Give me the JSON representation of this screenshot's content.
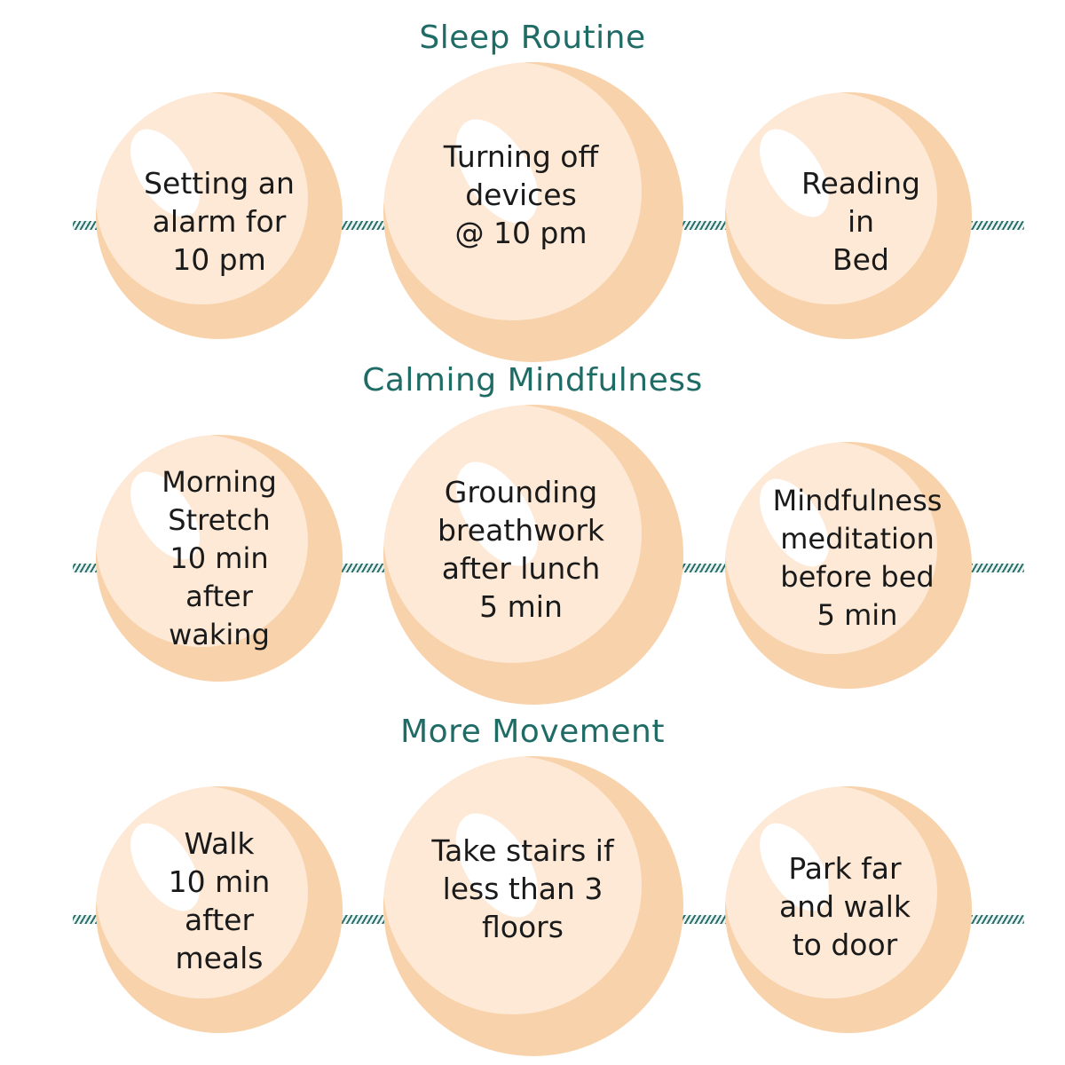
{
  "sections": [
    {
      "title": "Sleep Routine",
      "pearls": [
        "Setting an\nalarm for\n10 pm",
        "Turning off\ndevices\n@ 10 pm",
        "Reading\nin\nBed"
      ]
    },
    {
      "title": "Calming Mindfulness",
      "pearls": [
        "Morning\nStretch\n10 min\nafter\nwaking",
        "Grounding\nbreathwork\nafter lunch\n5 min",
        "Mindfulness\nmeditation\nbefore bed\n5 min"
      ]
    },
    {
      "title": "More Movement",
      "pearls": [
        "Walk\n10 min\nafter\nmeals",
        "Take stairs if\nless than 3\nfloors",
        "Park far\nand walk\nto door"
      ]
    }
  ],
  "colors": {
    "title": "#1f6b66",
    "pearl_light": "#fde9d6",
    "pearl_shadow": "#f8d2aa",
    "rope": "#2a6f6a"
  }
}
